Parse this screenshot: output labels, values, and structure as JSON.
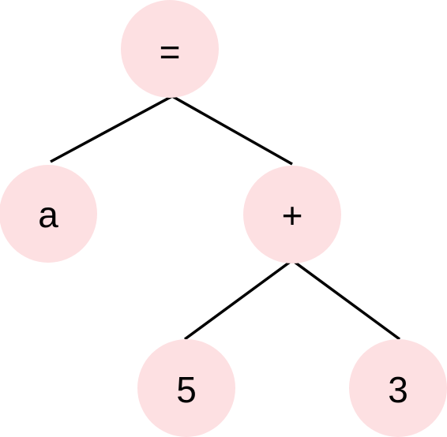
{
  "tree": {
    "node_color": "#fde0e2",
    "edge_color": "#000000",
    "nodes": {
      "root": {
        "label": "="
      },
      "left": {
        "label": "a"
      },
      "right": {
        "label": "+"
      },
      "right_left": {
        "label": "5"
      },
      "right_right": {
        "label": "3"
      }
    },
    "edges": [
      {
        "from": "=",
        "to": "a"
      },
      {
        "from": "=",
        "to": "+"
      },
      {
        "from": "+",
        "to": "5"
      },
      {
        "from": "+",
        "to": "3"
      }
    ]
  }
}
